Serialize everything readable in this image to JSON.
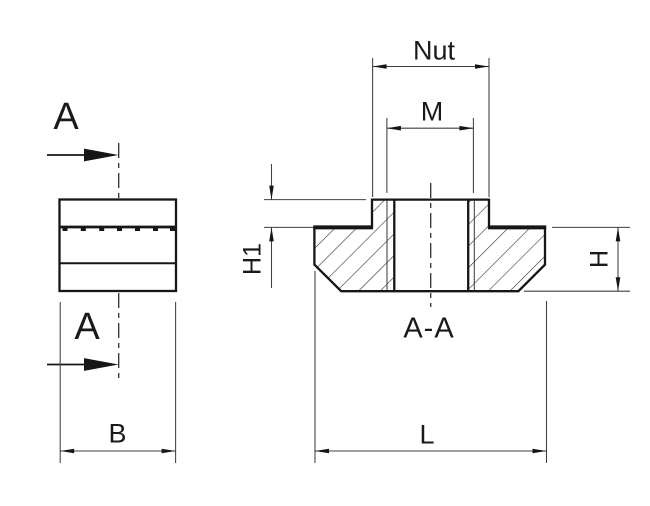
{
  "drawing": {
    "kind": "technical-drawing-t-slot-nut",
    "background": "#ffffff",
    "outline_color": "#161616",
    "thin_line_color": "#3f3f3f",
    "side_view": {
      "section_arrow_top_label": "A",
      "section_arrow_bottom_label": "A",
      "width_dim_label": "B"
    },
    "section_view": {
      "caption": "A-A",
      "slot_width_dim_label": "Nut",
      "thread_dim_label": "M",
      "step_height_dim_label": "H1",
      "base_height_dim_label": "H",
      "length_dim_label": "L"
    }
  }
}
